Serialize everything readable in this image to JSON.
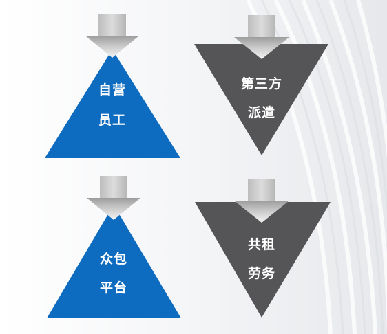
{
  "colors": {
    "blue": "#0e6cc0",
    "dark_gray": "#555557",
    "arrow_light": "#f2f2f2",
    "arrow_dark": "#9a9a9a",
    "label": "#ffffff"
  },
  "icons": [
    "down-arrow-icon"
  ],
  "shapes": [
    {
      "id": "self-employed",
      "line1": "自营",
      "line2": "员工"
    },
    {
      "id": "third-party-dispatch",
      "line1": "第三方",
      "line2": "派遣"
    },
    {
      "id": "crowdsourcing-platform",
      "line1": "众包",
      "line2": "平台"
    },
    {
      "id": "co-hire-labor",
      "line1": "共租",
      "line2": "劳务"
    }
  ]
}
